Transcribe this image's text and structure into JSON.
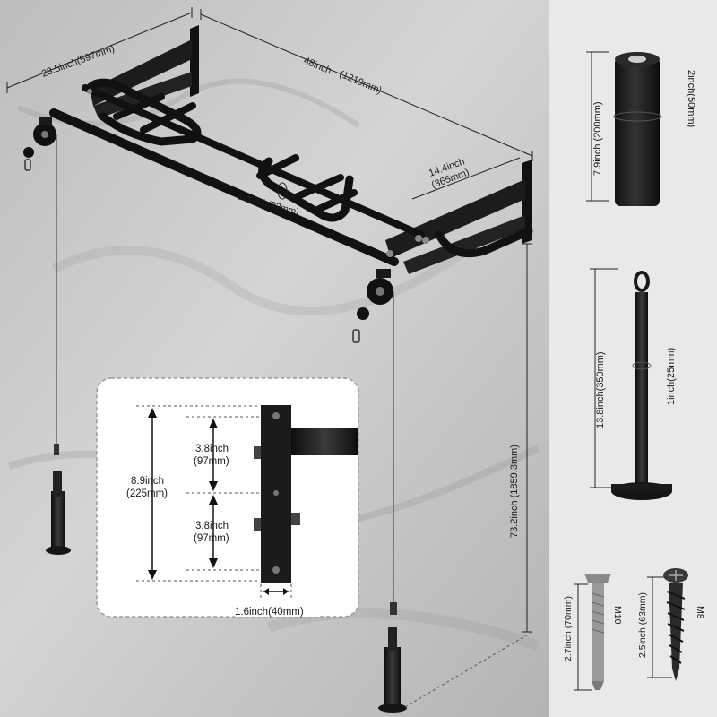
{
  "colors": {
    "wall": "#c9c9c9",
    "right_panel": "#e9e9e9",
    "steel": "#1b1b1b",
    "inset_bg": "#ffffff"
  },
  "dimensions": {
    "depth": "23.5inch(597mm)",
    "width_inch": "48inch",
    "width_mm": "(1219mm)",
    "handle_span_inch": "14.4inch",
    "handle_span_mm": "(365mm)",
    "tube_diameter": "1.3inch(32mm)",
    "mount_height": "73.2inch (1859.3mm)"
  },
  "inset": {
    "total_inch": "8.9inch",
    "total_mm": "(225mm)",
    "upper_inch": "3.8inch",
    "upper_mm": "(97mm)",
    "lower_inch": "3.8inch",
    "lower_mm": "(97mm)",
    "plate_width": "1.6inch(40mm)"
  },
  "foam_sleeve": {
    "length": "7.9inch (200mm)",
    "diameter": "2inch(50mm)"
  },
  "loading_pin": {
    "length": "13.8inch(350mm)",
    "diameter": "1inch(25mm)"
  },
  "expansion_bolt": {
    "length": "2.7inch (70mm)",
    "size": "M10"
  },
  "wood_screw": {
    "length": "2.5inch (63mm)",
    "size": "M8"
  }
}
